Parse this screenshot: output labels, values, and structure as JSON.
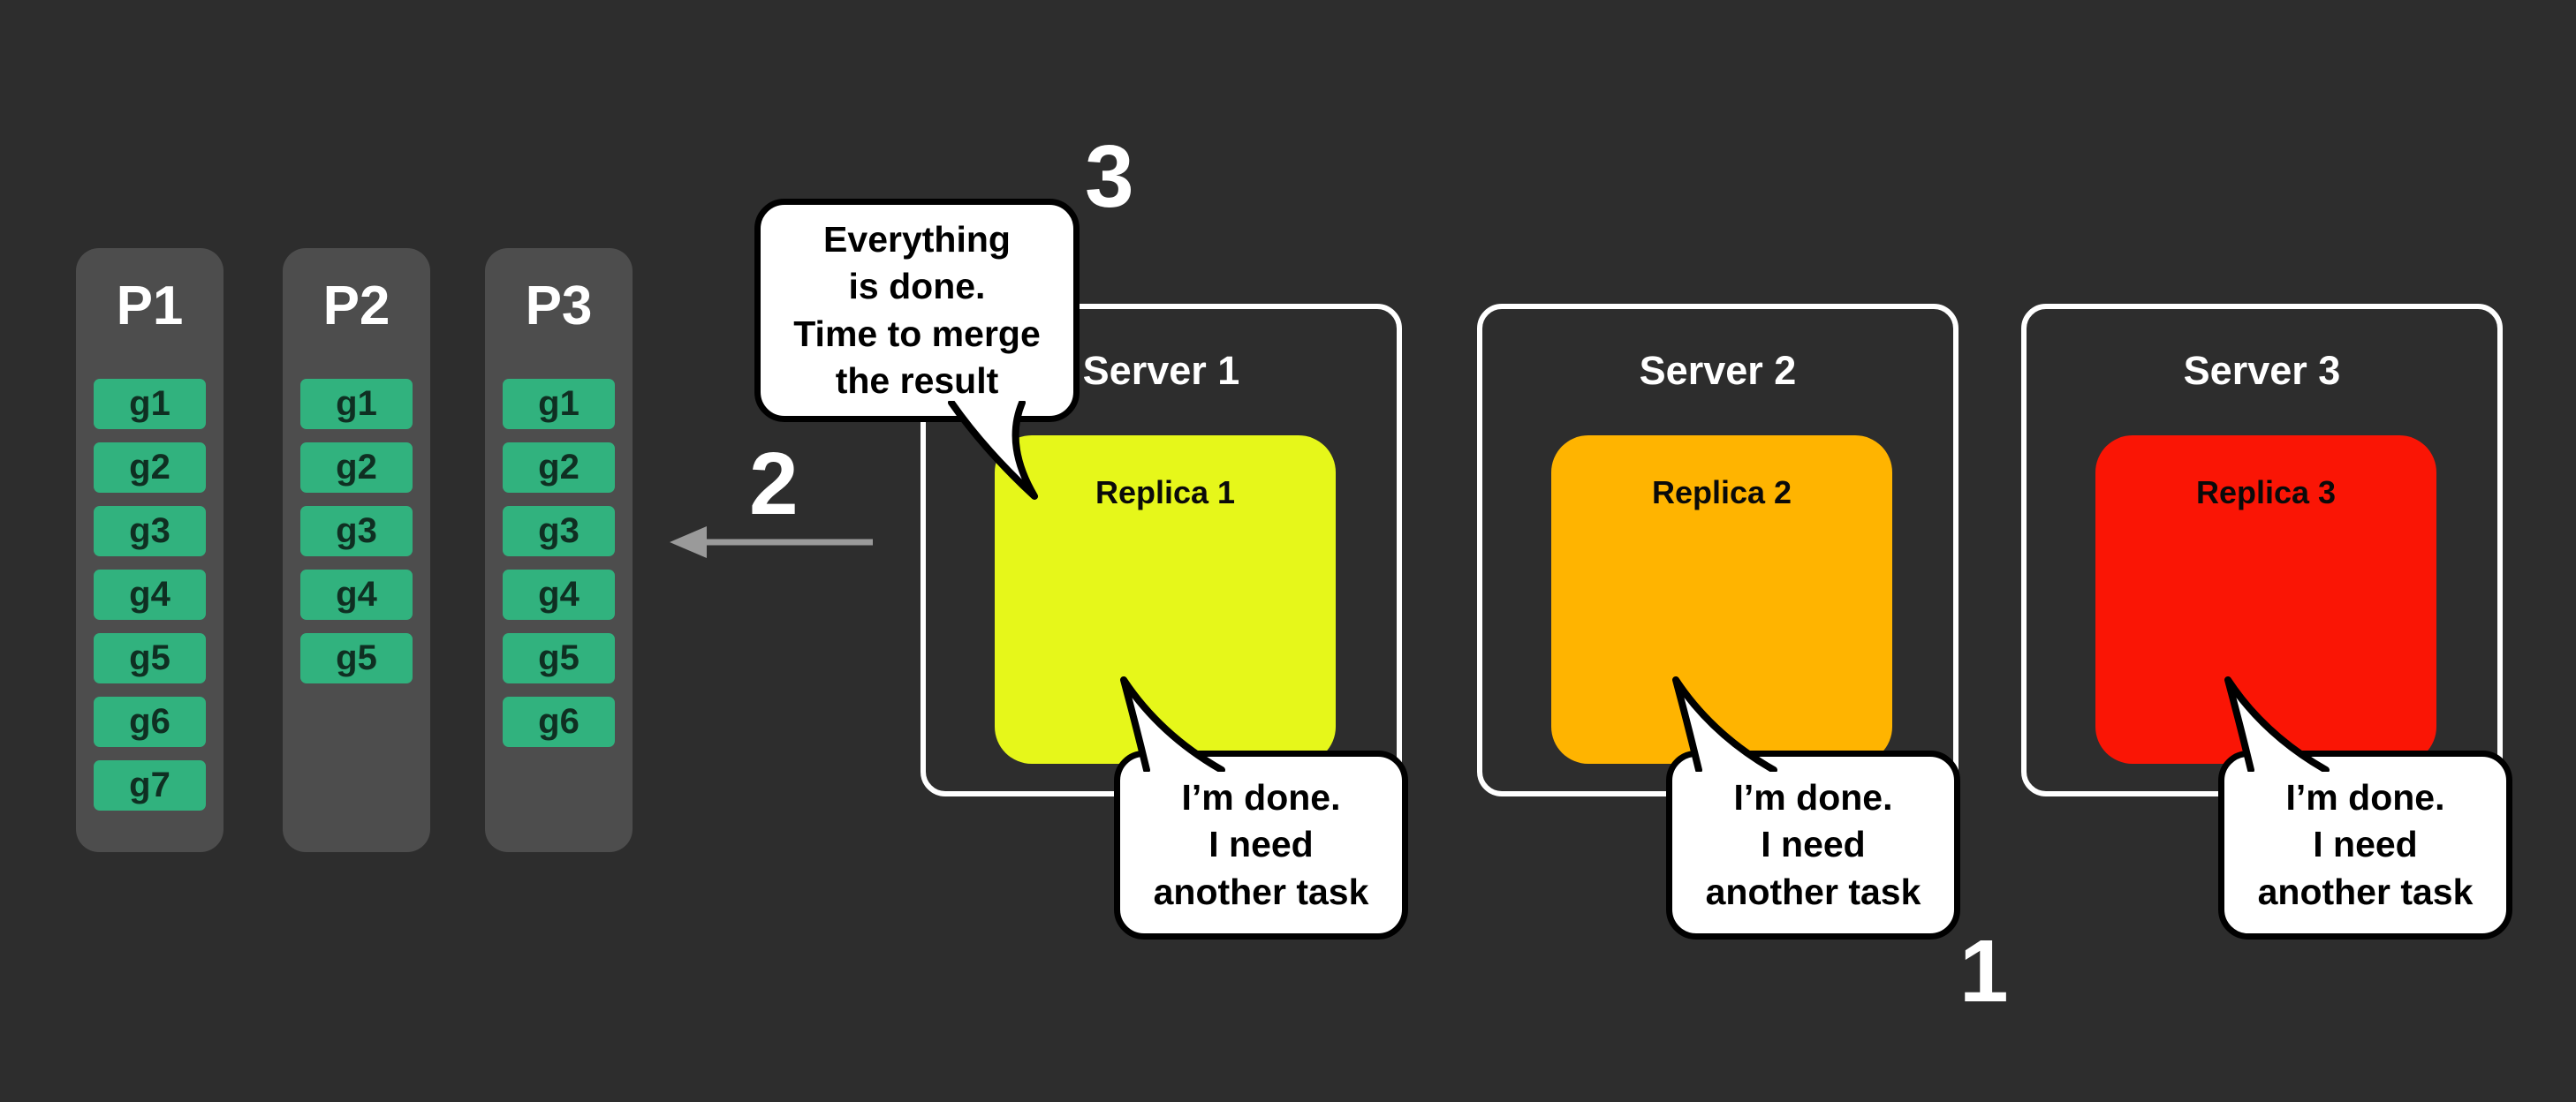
{
  "background_color": "#2d2d2d",
  "cell_color": "#31b27e",
  "partitions": [
    {
      "label": "P1",
      "cells": [
        "g1",
        "g2",
        "g3",
        "g4",
        "g5",
        "g6",
        "g7"
      ]
    },
    {
      "label": "P2",
      "cells": [
        "g1",
        "g2",
        "g3",
        "g4",
        "g5"
      ]
    },
    {
      "label": "P3",
      "cells": [
        "g1",
        "g2",
        "g3",
        "g4",
        "g5",
        "g6"
      ]
    }
  ],
  "servers": [
    {
      "label": "Server 1",
      "replica_label": "Replica 1",
      "replica_color": "#e6f71a"
    },
    {
      "label": "Server 2",
      "replica_label": "Replica 2",
      "replica_color": "#ffb400"
    },
    {
      "label": "Server 3",
      "replica_label": "Replica 3",
      "replica_color": "#fa1505"
    }
  ],
  "done_bubble": {
    "line1": "I’m done.",
    "line2": "I need",
    "line3": "another task"
  },
  "merge_bubble": {
    "line1": "Everything",
    "line2": "is done.",
    "line3": "Time to merge",
    "line4": "the result"
  },
  "step_numbers": {
    "done": "1",
    "merge_arrow": "2",
    "merge_bubble": "3"
  },
  "arrow_color": "#9a9a9a"
}
